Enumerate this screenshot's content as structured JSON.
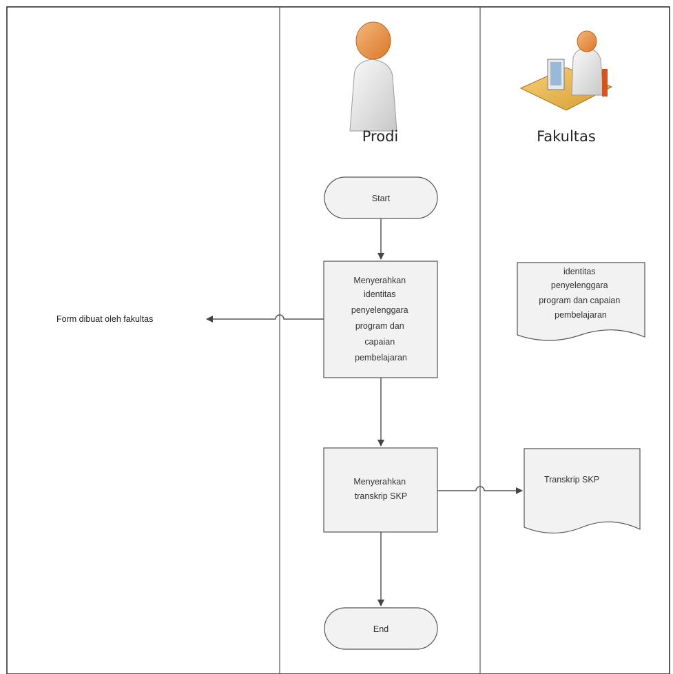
{
  "lanes": {
    "prodi": {
      "title": "Prodi",
      "icon": "person-icon"
    },
    "fakultas": {
      "title": "Fakultas",
      "icon": "person-at-desk-icon"
    }
  },
  "nodes": {
    "start": {
      "label": "Start"
    },
    "step1": {
      "lines": [
        "Menyerahkan",
        "identitas",
        "penyelenggara",
        "program dan",
        "capaian",
        "pembelajaran"
      ]
    },
    "step2": {
      "lines": [
        "Menyerahkan",
        "transkrip SKP"
      ]
    },
    "end": {
      "label": "End"
    }
  },
  "documents": {
    "doc1": {
      "lines": [
        "identitas",
        "penyelenggara",
        "program dan capaian",
        "pembelajaran"
      ]
    },
    "doc2": {
      "lines": [
        "Transkrip SKP"
      ]
    }
  },
  "annotations": {
    "form_note": "Form dibuat oleh fakultas"
  },
  "colors": {
    "box_fill": "#f2f2f2",
    "line": "#555555",
    "person_head": "#e8963c",
    "person_body": "#d9d9d9"
  }
}
